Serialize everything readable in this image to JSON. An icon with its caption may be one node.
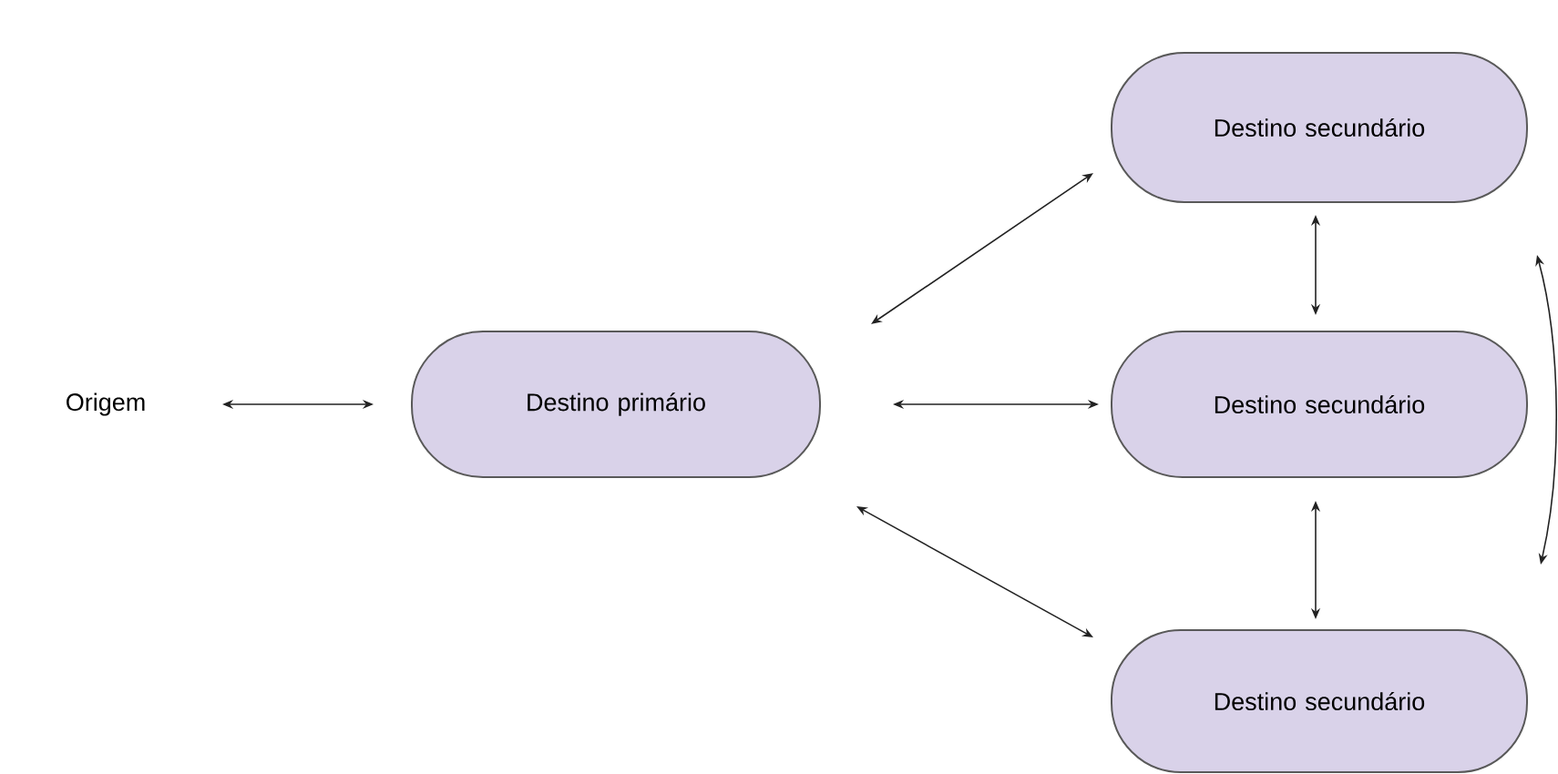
{
  "diagram": {
    "nodes": [
      {
        "text": [
          "Origem"
        ]
      },
      {
        "text": [
          "Destino primário"
        ]
      },
      {
        "text": [
          "Destino secundário"
        ]
      },
      {
        "text": [
          "Destino secundário"
        ]
      },
      {
        "text": [
          "Destino secundário"
        ]
      }
    ],
    "edges": [
      {
        "from": 0,
        "to": 1,
        "arrow": "both"
      },
      {
        "from": 1,
        "to": 2,
        "arrow": "both"
      },
      {
        "from": 1,
        "to": 3,
        "arrow": "both"
      },
      {
        "from": 1,
        "to": 4,
        "arrow": "both"
      },
      {
        "from": 2,
        "to": 3,
        "arrow": "both"
      },
      {
        "from": 3,
        "to": 4,
        "arrow": "both"
      },
      {
        "from": 2,
        "to": 4,
        "arrow": "both"
      }
    ]
  }
}
